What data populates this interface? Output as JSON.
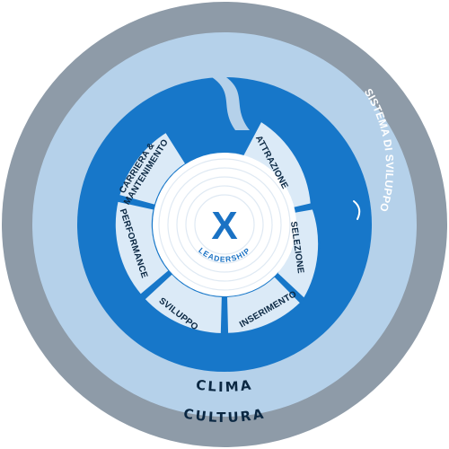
{
  "colors": {
    "cultura_ring": "#8e9ba8",
    "clima_ring": "#b5d1ea",
    "sistema_ring": "#1777c9",
    "segment_fill": "#dbeaf7",
    "center_fill": "#ffffff",
    "center_accent": "#1a72c4",
    "text_dark": "#0a2742"
  },
  "outer_ring": {
    "label": "CULTURA"
  },
  "middle_ring": {
    "label": "CLIMA"
  },
  "system_ring": {
    "label": "SISTEMA DI SVILUPPO"
  },
  "segments": [
    {
      "id": "attrazione",
      "label": "ATTRAZIONE"
    },
    {
      "id": "selezione",
      "label": "SELEZIONE"
    },
    {
      "id": "inserimento",
      "label": "INSERIMENTO"
    },
    {
      "id": "sviluppo",
      "label": "SVILUPPO"
    },
    {
      "id": "performance",
      "label": "PERFORMANCE"
    },
    {
      "id": "carriera",
      "label_line1": "CARRIERA &",
      "label_line2": "MANTENIMENTO"
    }
  ],
  "center": {
    "symbol": "X",
    "label": "LEADERSHIP"
  }
}
